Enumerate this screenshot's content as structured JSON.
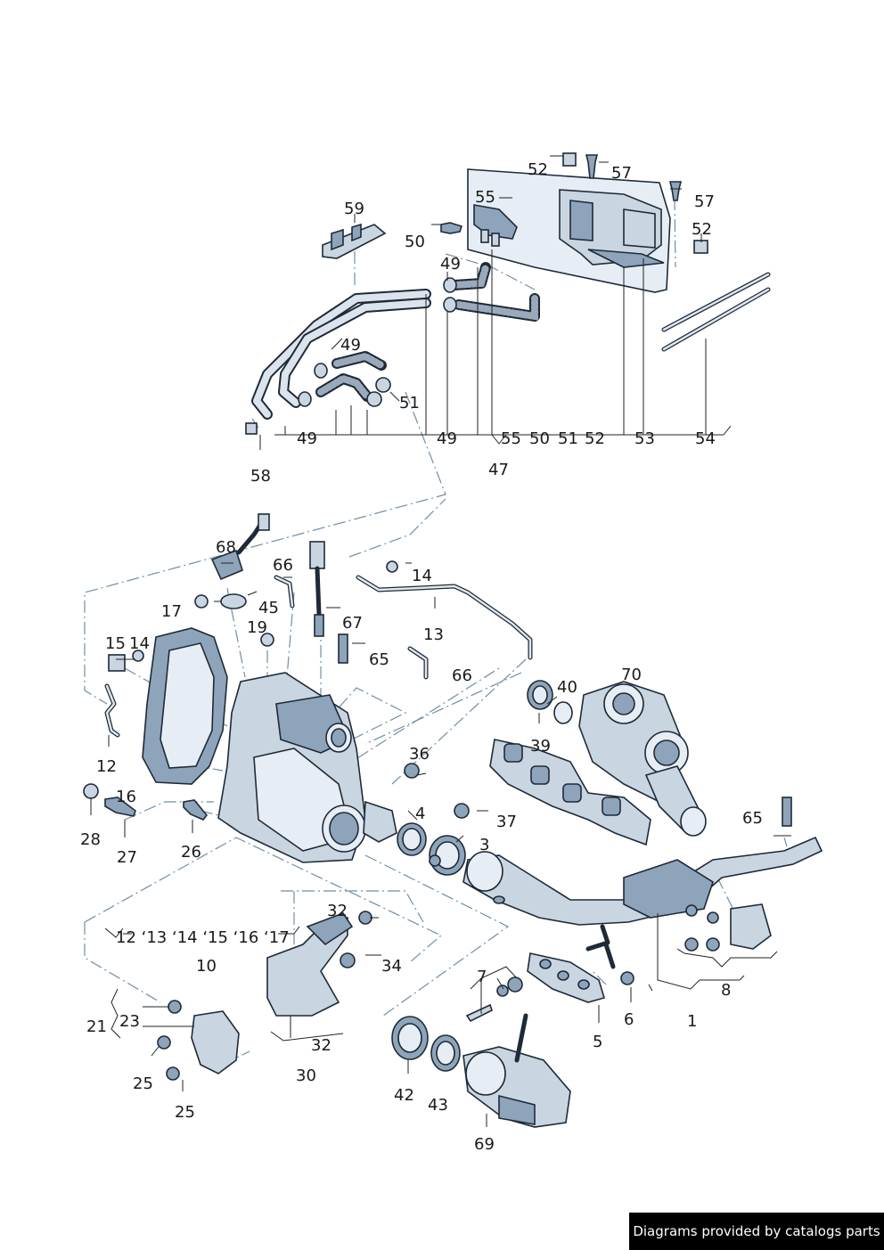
{
  "callouts": {
    "c52a": "52",
    "c57a": "57",
    "c55a": "55",
    "c57b": "57",
    "c50a": "50",
    "c52b": "52",
    "c59": "59",
    "c49a": "49",
    "c49b": "49",
    "c51": "51",
    "b49a": "49",
    "b49b": "49",
    "b55": "55",
    "b50": "50",
    "b51": "51",
    "b52": "52",
    "b53": "53",
    "b54": "54",
    "c58": "58",
    "c47": "47",
    "c68": "68",
    "c66a": "66",
    "c14a": "14",
    "c17": "17",
    "c45": "45",
    "c67": "67",
    "c19": "19",
    "c13": "13",
    "c15": "15",
    "c14b": "14",
    "c65a": "65",
    "c66b": "66",
    "c70": "70",
    "c40": "40",
    "c12": "12",
    "c39": "39",
    "c36": "36",
    "c16": "16",
    "c4": "4",
    "c37": "37",
    "c65b": "65",
    "c28": "28",
    "c27": "27",
    "c26": "26",
    "c3": "3",
    "c32a": "32",
    "c10": "10",
    "c34": "34",
    "c7": "7",
    "c8": "8",
    "c6": "6",
    "c1": "1",
    "c5": "5",
    "c21": "21",
    "c23": "23",
    "c32b": "32",
    "c30": "30",
    "c25a": "25",
    "c25b": "25",
    "c42": "42",
    "c43": "43",
    "c69": "69"
  },
  "group_label": "12 ‘13 ‘14 ‘15 ‘16 ‘17",
  "credit": "Diagrams provided by catalogs parts"
}
